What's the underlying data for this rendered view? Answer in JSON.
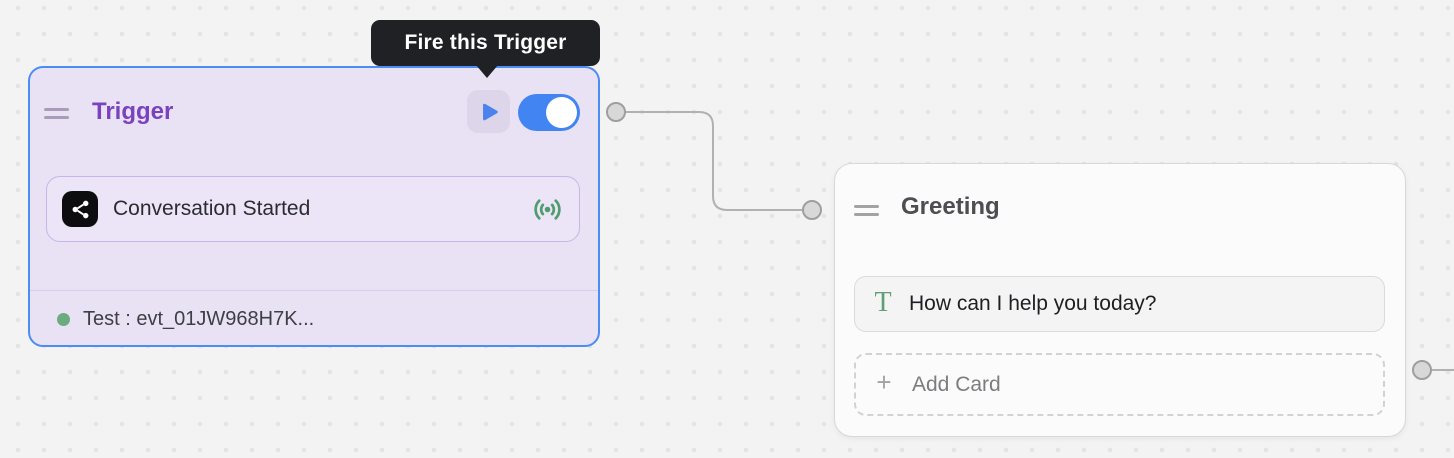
{
  "canvas": {
    "bg": "#f4f3f4",
    "dot_color": "#e4e3e5"
  },
  "tooltip": {
    "text": "Fire this Trigger",
    "bg": "#1f2125",
    "text_color": "#ffffff"
  },
  "trigger_node": {
    "title": "Trigger",
    "colors": {
      "background": "#e9e1f4",
      "border": "#4b8cf5",
      "title": "#7a42bd"
    },
    "play_button": {
      "icon": "play-icon",
      "color": "#4d82ec"
    },
    "toggle": {
      "state": "on",
      "color": "#4285f2"
    },
    "card": {
      "label": "Conversation Started",
      "icon": "share-icon",
      "icon_bg": "#0d0d0f",
      "status_icon": "broadcast-icon",
      "status_color": "#4f9c6d"
    },
    "footer": {
      "status_dot_color": "#6cab80",
      "text": "Test : evt_01JW968H7K..."
    }
  },
  "greeting_node": {
    "title": "Greeting",
    "colors": {
      "background": "#fbfbfb",
      "border": "#d8d8d8",
      "title": "#4e4e52"
    },
    "text_card": {
      "icon": "text-icon",
      "icon_glyph": "T",
      "icon_color": "#5f9f76",
      "text": "How can I help you today?"
    },
    "add_card": {
      "plus": "+",
      "label": "Add Card"
    }
  },
  "connections": {
    "line_color": "#b1b1b1",
    "port_fill": "#d8d8d8",
    "port_stroke": "#9e9e9e"
  }
}
